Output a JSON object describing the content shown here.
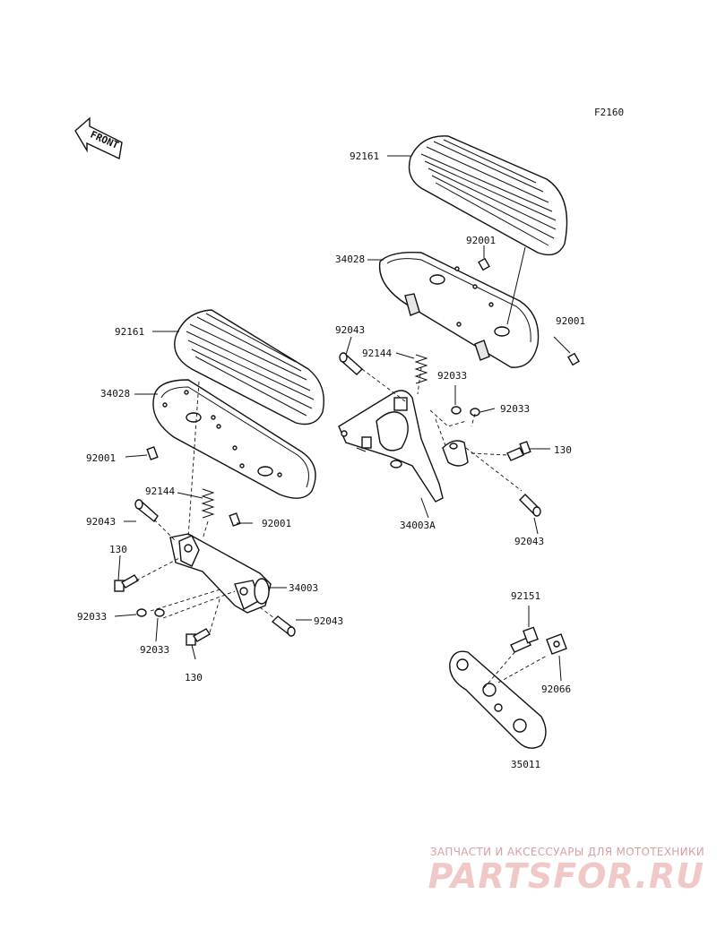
{
  "diagram_code": "F2160",
  "front_label": "FRONT",
  "labels": {
    "r_92161": "92161",
    "r_34028": "34028",
    "r_92001_a": "92001",
    "r_92001_b": "92001",
    "r_92043_a": "92043",
    "r_92144": "92144",
    "r_92033_a": "92033",
    "r_92033_b": "92033",
    "r_130": "130",
    "r_34003A": "34003A",
    "r_92043_b": "92043",
    "l_92161": "92161",
    "l_34028": "34028",
    "l_92001_a": "92001",
    "l_92144": "92144",
    "l_92043_a": "92043",
    "l_92001_b": "92001",
    "l_130_a": "130",
    "l_34003": "34003",
    "l_92033_a": "92033",
    "l_92043_b": "92043",
    "l_92033_b": "92033",
    "l_130_b": "130",
    "b_92151": "92151",
    "b_92066": "92066",
    "b_35011": "35011"
  },
  "watermark": {
    "caption": "ЗАПЧАСТИ И АКСЕССУАРЫ ДЛЯ МОТОТЕХНИКИ",
    "logo": "PARTSFOR.RU"
  }
}
